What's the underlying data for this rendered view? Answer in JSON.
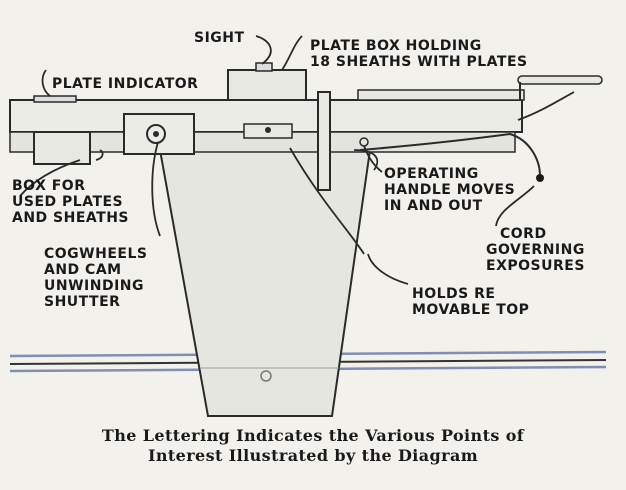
{
  "labels": {
    "sight": "SIGHT",
    "plate_box_1": "PLATE BOX HOLDING",
    "plate_box_2": "18 SHEATHS  WITH PLATES",
    "plate_indicator": "PLATE INDICATOR",
    "box_1": "BOX FOR",
    "box_2": "USED PLATES",
    "box_3": "AND SHEATHS",
    "cog_1": "COGWHEELS",
    "cog_2": "AND CAM",
    "cog_3": "UNWINDING",
    "cog_4": "SHUTTER",
    "handle_1": "OPERATING",
    "handle_2": "HANDLE MOVES",
    "handle_3": "IN AND OUT",
    "cord_1": "CORD",
    "cord_2": "GOVERNING",
    "cord_3": "EXPOSURES",
    "holds_1": "HOLDS RE",
    "holds_2": "MOVABLE TOP"
  },
  "caption": {
    "line1": "The Lettering Indicates the Various Points of",
    "line2": "Interest Illustrated by the Diagram"
  },
  "colors": {
    "background": "#f2f1ec",
    "body": "#e8e8e2",
    "ink": "#1a1a1a",
    "rail_blue": "#7f8fb2"
  }
}
